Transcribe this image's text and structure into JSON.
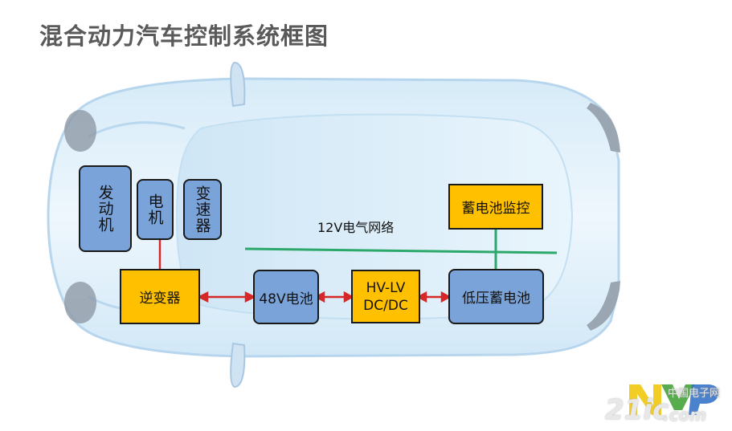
{
  "title": "混合动力汽车控制系统框图",
  "network_label": "12V电气网络",
  "blocks": {
    "engine": "发动机",
    "motor": "电机",
    "transmission": "变速器",
    "inverter": "逆变器",
    "battery48": "48V电池",
    "dcdc_line1": "HV-LV",
    "dcdc_line2": "DC/DC",
    "lv_battery": "低压蓄电池",
    "battery_monitor": "蓄电池监控"
  },
  "watermark": {
    "brand": "21ic",
    "domain_suffix": ".com",
    "site_name": "中国电子网"
  },
  "colors": {
    "blue_block": "#7aa4d9",
    "yellow_block": "#ffc000",
    "red_link": "#d62828",
    "green_bus": "#2ca86a",
    "title_gray": "#5a5a5a"
  }
}
